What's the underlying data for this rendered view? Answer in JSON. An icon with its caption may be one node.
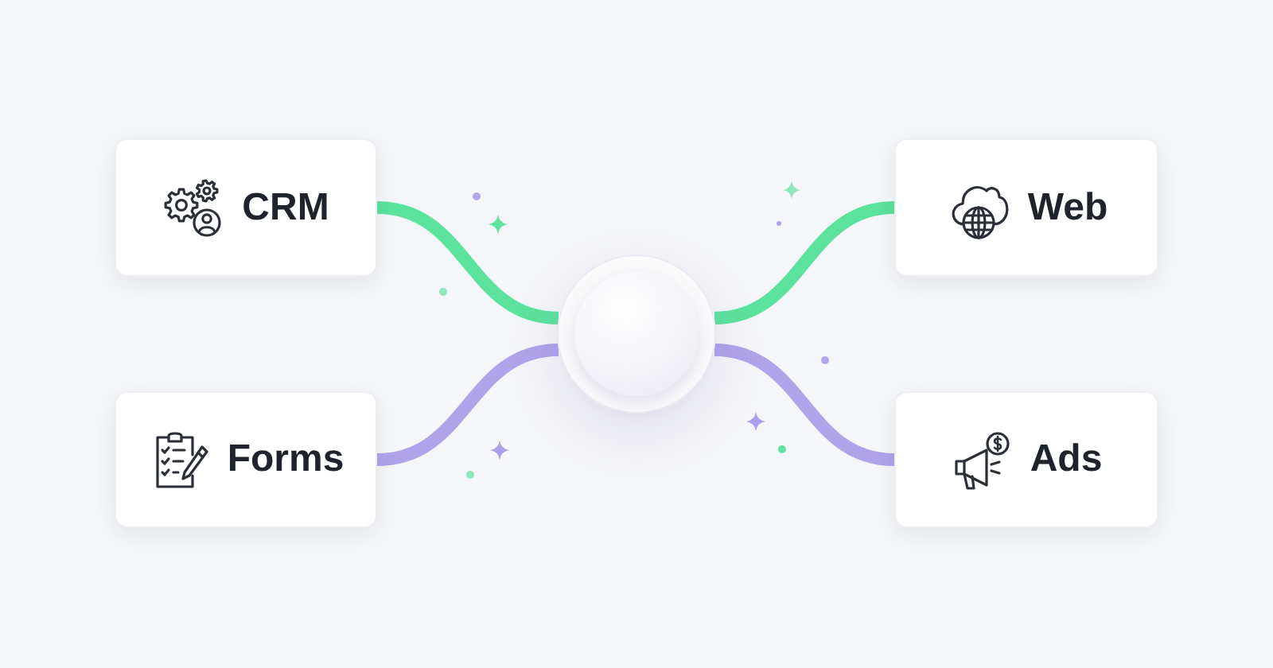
{
  "diagram": {
    "nodes": [
      {
        "text": [
          "CRM"
        ]
      },
      {
        "text": [
          "Web"
        ]
      },
      {
        "text": [],
        "shape": "circle"
      },
      {
        "text": [
          "Forms"
        ]
      },
      {
        "text": [
          "Ads"
        ]
      }
    ],
    "edges": [
      {
        "from": 0,
        "to": 2,
        "arrow": "none",
        "color": "#46df8e"
      },
      {
        "from": 2,
        "to": 1,
        "arrow": "none",
        "color": "#46df8e"
      },
      {
        "from": 3,
        "to": 2,
        "arrow": "none",
        "color": "#a697e6"
      },
      {
        "from": 2,
        "to": 4,
        "arrow": "none",
        "color": "#a697e6"
      }
    ]
  }
}
